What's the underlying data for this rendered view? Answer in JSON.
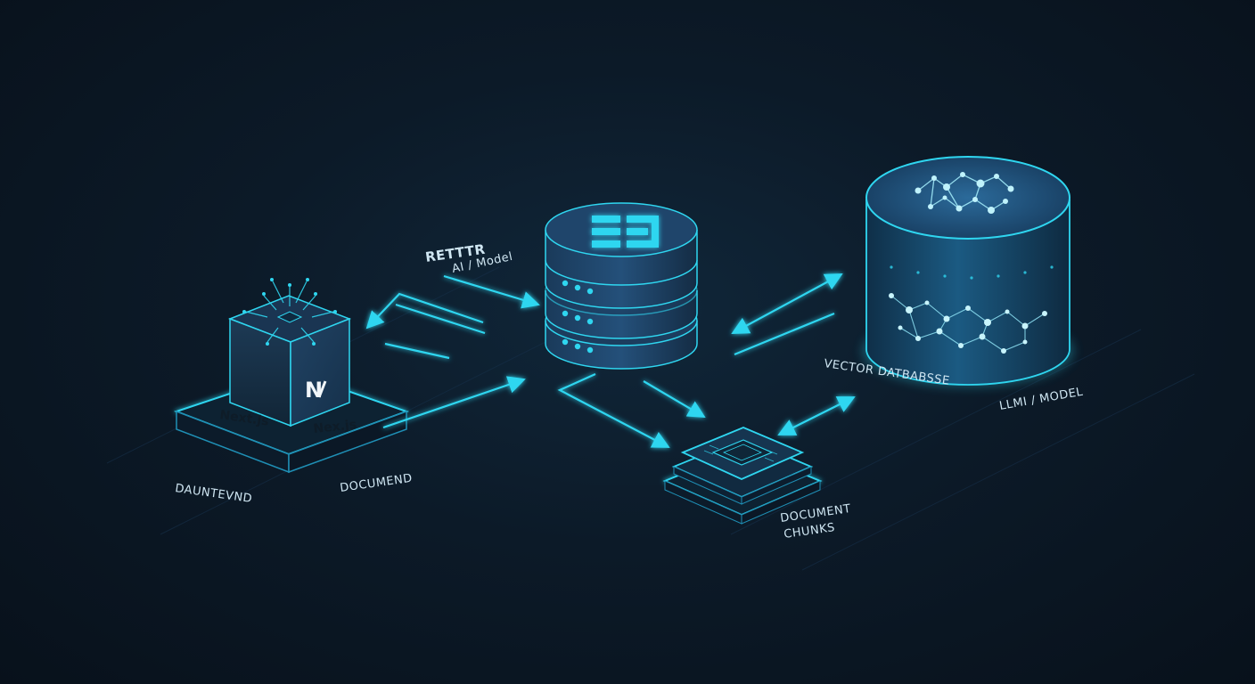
{
  "colors": {
    "background": "#0b1521",
    "accent": "#2fd6f0",
    "accent_dim": "#1f8fb5",
    "surface": "#17304a",
    "label": "#cfe6f2"
  },
  "labels": {
    "retriever_title": "RETTTR",
    "retriever_subtitle": "AI / Model",
    "frontend_left_tile": "Next.js",
    "frontend_right_tile": "Nex.js",
    "frontend_cube_logo": "N",
    "frontend_caption": "DAUNTEVND",
    "document_caption": "DOCUMEND",
    "vector_db_caption": "VECTOR DATBABSSE",
    "llm_caption": "LLMI / MODEL",
    "chunks_caption_line1": "DOCUMENT",
    "chunks_caption_line2": "CHUNKS"
  },
  "icons": {
    "cube": "chip-cube-icon",
    "server": "database-stack-icon",
    "chunks": "chip-stack-icon",
    "vector_db": "vector-cylinder-icon"
  }
}
